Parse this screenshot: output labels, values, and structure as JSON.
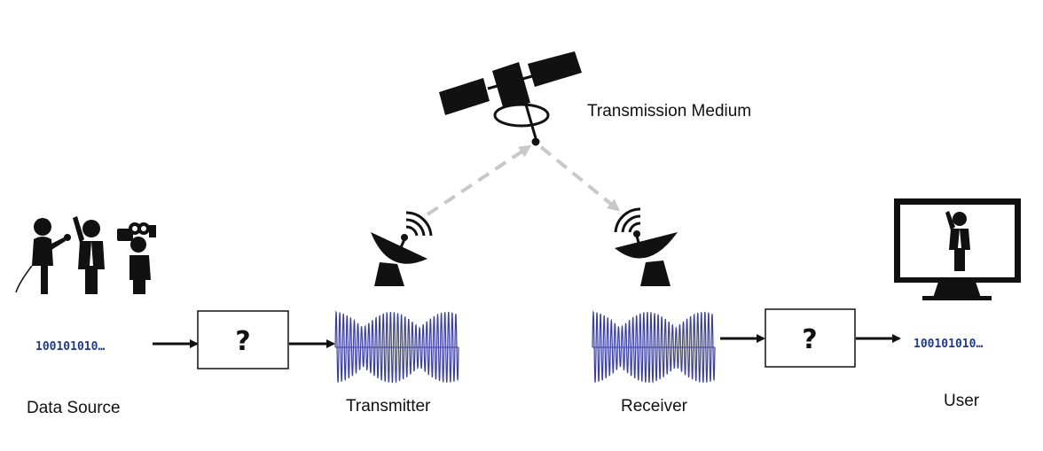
{
  "labels": {
    "data_source": "Data Source",
    "transmitter": "Transmitter",
    "receiver": "Receiver",
    "user": "User",
    "medium": "Transmission Medium"
  },
  "bits": {
    "input": "100101010…",
    "output": "100101010…"
  },
  "blocks": {
    "encoder": "?",
    "decoder": "?"
  },
  "colors": {
    "waveform": "#3b3f9a",
    "bits": "#1f3a8a",
    "link": "#c8c8c8",
    "ink": "#111111"
  },
  "icons": [
    "press-people-icon",
    "satellite-icon",
    "transmit-dish-icon",
    "receive-dish-icon",
    "monitor-icon"
  ]
}
